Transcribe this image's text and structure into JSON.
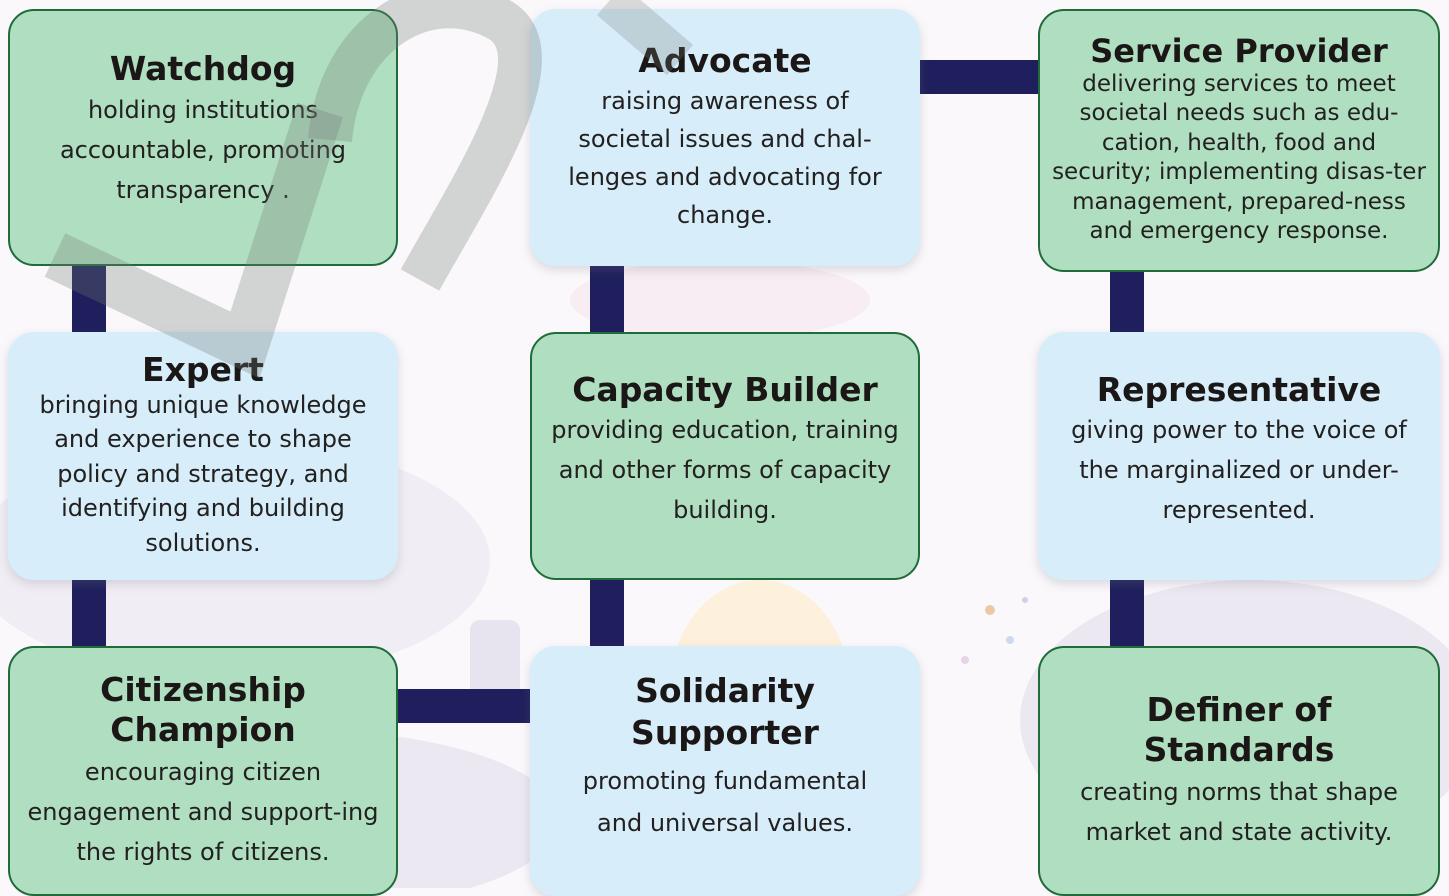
{
  "colors": {
    "green_card": "#b0dec0",
    "green_border": "#1f6b3a",
    "blue_card": "#d7edf9",
    "connector": "#1e1f5c",
    "text": "#1e1a1a"
  },
  "roles": {
    "watchdog": {
      "title": "Watchdog",
      "desc": "holding institutions accountable, promoting transparency ."
    },
    "advocate": {
      "title": "Advocate",
      "desc": "raising awareness of societal issues and chal-lenges and advocating for change."
    },
    "service_provider": {
      "title": "Service Provider",
      "desc": "delivering services to meet societal needs such as edu-cation, health, food and security; implementing disas-ter management, prepared-ness and emergency response."
    },
    "expert": {
      "title": "Expert",
      "desc": "bringing unique knowledge and experience to shape policy and strategy, and identifying and building solutions."
    },
    "capacity_builder": {
      "title": "Capacity Builder",
      "desc": "providing education, training and other forms of capacity building."
    },
    "representative": {
      "title": "Representative",
      "desc": "giving power to the voice of the marginalized or under-represented."
    },
    "citizenship_champion": {
      "title": "Citizenship Champion",
      "desc": "encouraging citizen engagement and support-ing the rights of citizens."
    },
    "solidarity_supporter": {
      "title": "Solidarity Supporter",
      "desc": "promoting fundamental and universal values."
    },
    "definer_of_standards": {
      "title": "Definer of Standards",
      "desc": "creating norms that shape market and state activity."
    }
  }
}
